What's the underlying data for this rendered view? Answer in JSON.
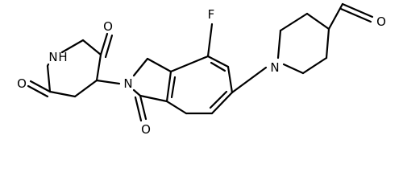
{
  "atom_labels": {
    "imide_n": "N",
    "imide_h": "H",
    "carbonyl_o_top": "O",
    "carbonyl_o_left": "O",
    "isoindolinone_n": "N",
    "lactam_o": "O",
    "fluorine": "F",
    "piperidine_n": "N",
    "aldehyde_o": "O"
  }
}
